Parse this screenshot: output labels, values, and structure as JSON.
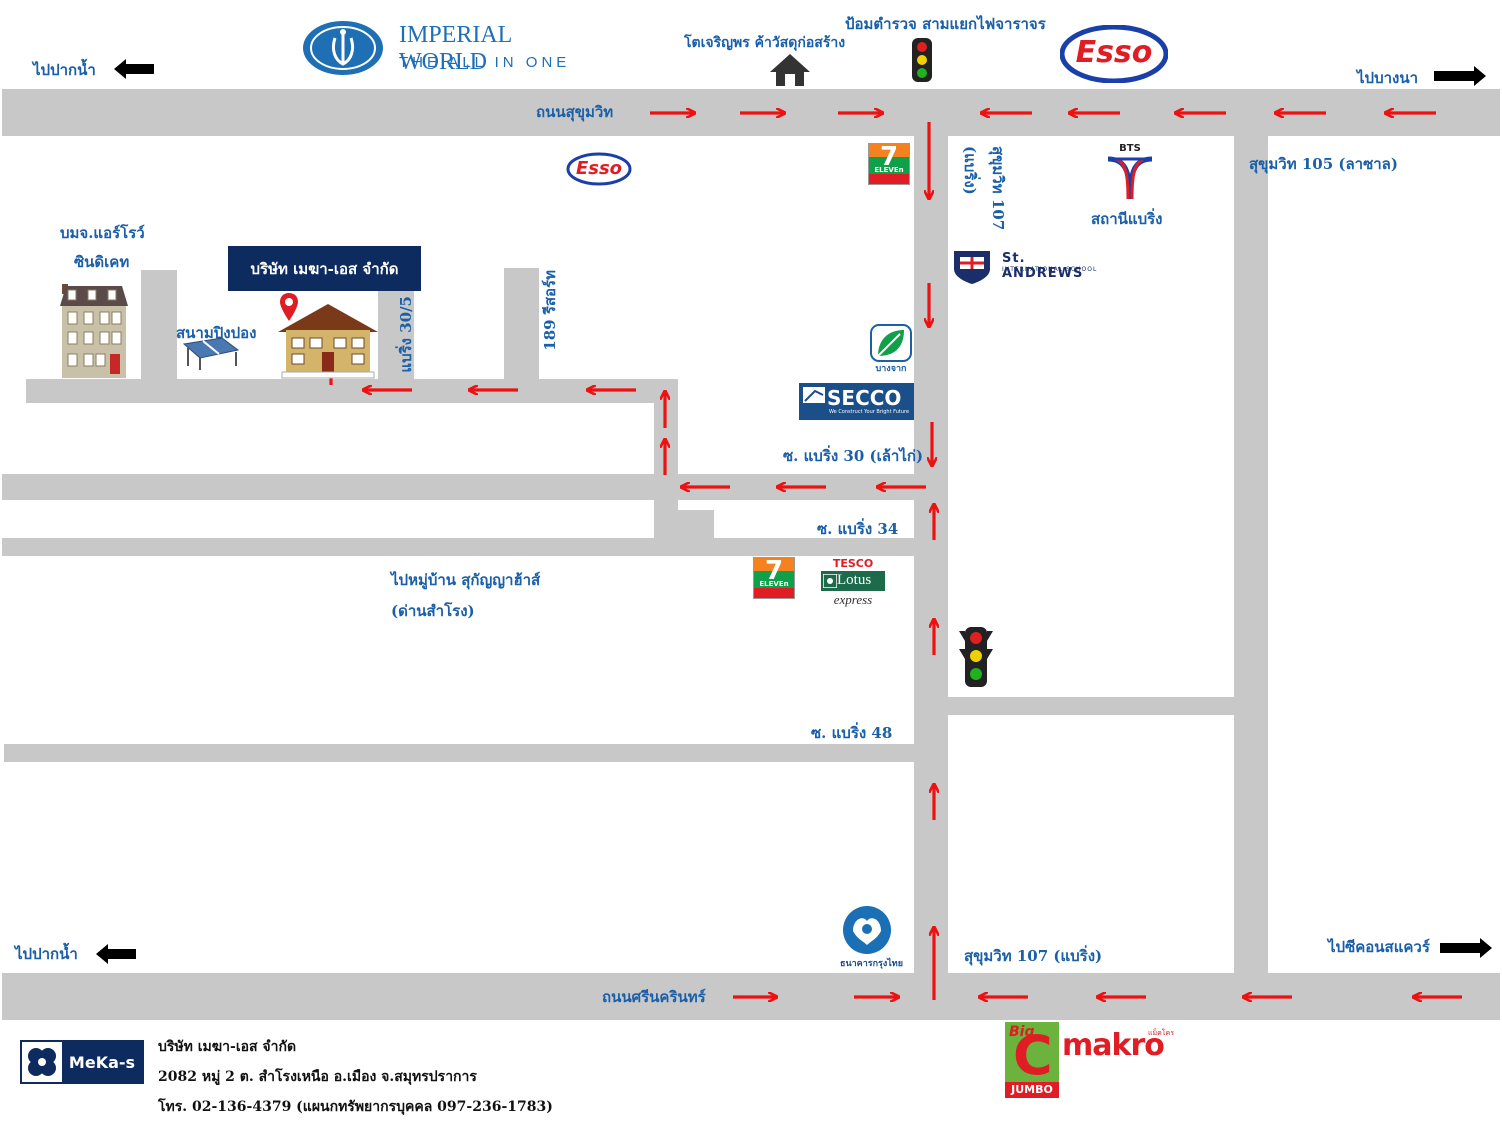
{
  "labels": {
    "to_paknam_top": "ไปปากน้ำ",
    "to_bangna": "ไปบางนา",
    "road_sukhumvit": "ถนนสุขุมวิท",
    "homepro": "โตเจริญพร ค้าวัสดุก่อสร้าง",
    "police_box": "ป้อมตำรวจ สามแยกไฟจาราจร",
    "sukhumvit_105": "สุขุมวิท 105 (ลาซาล)",
    "sukhumvit_107_vert": "สุขุมวิท 107",
    "bearing_vert": "(แบริ่ง)",
    "bts_station": "สถานีแบริ่ง",
    "aero_line1": "บมจ.แอร์โรว์",
    "aero_line2": "ซินดิเคท",
    "company_name": "บริษัท เมฆา-เอส จำกัด",
    "pingpong": "สนามปิงปอง",
    "bearing_30_5": "แบริ่ง 30/5",
    "soi_189": "189 รีสอร์ท",
    "soi_bearing_30": "ซ. แบริ่ง 30 (เล้าไก่)",
    "soi_bearing_34": "ซ. แบริ่ง 34",
    "village_line1": "ไปหมู่บ้าน สุกัญญาฮ้าส์",
    "village_line2": "(ด่านสำโรง)",
    "soi_bearing_48": "ซ. แบริ่ง 48",
    "to_paknam_bottom": "ไปปากน้ำ",
    "road_srinakarin": "ถนนศรีนครินทร์",
    "sukhumvit_107_bottom": "สุขุมวิท 107 (แบริ่ง)",
    "to_seacon": "ไปซีคอนสแควร์"
  },
  "logos": {
    "imperial_title": "IMPERIAL WORLD",
    "imperial_sub": "THE ALL IN ONE",
    "esso": "Esso",
    "bts": "BTS",
    "st_andrews_title": "St. ANDREWS",
    "st_andrews_sub": "INTERNATIONAL SCHOOL",
    "bangchak": "บางจาก",
    "secco": "SECCO",
    "secco_sub": "We Construct Your Bright Future",
    "seven_eleven": "ELEVEn",
    "tesco": "TESCO",
    "lotus": "Lotus",
    "express": "express",
    "ktb": "ธนาคารกรุงไทย",
    "bigc_big": "Big",
    "bigc_c": "C",
    "bigc_jumbo": "JUMBO",
    "makro": "makro",
    "makro_thai": "แม็คโคร",
    "meka_s": "MeKa-s"
  },
  "footer": {
    "company": "บริษัท เมฆา-เอส จำกัด",
    "address": "2082 หมู่ 2 ต. สำโรงเหนือ อ.เมือง จ.สมุทรปราการ",
    "phone": "โทร. 02-136-4379   (แผนกทรัพยากรบุคคล 097-236-1783)"
  },
  "colors": {
    "road": "#c8c8c8",
    "label_blue": "#1a5fa8",
    "arrow_red": "#ee1111",
    "company_box": "#0d2b5e"
  }
}
